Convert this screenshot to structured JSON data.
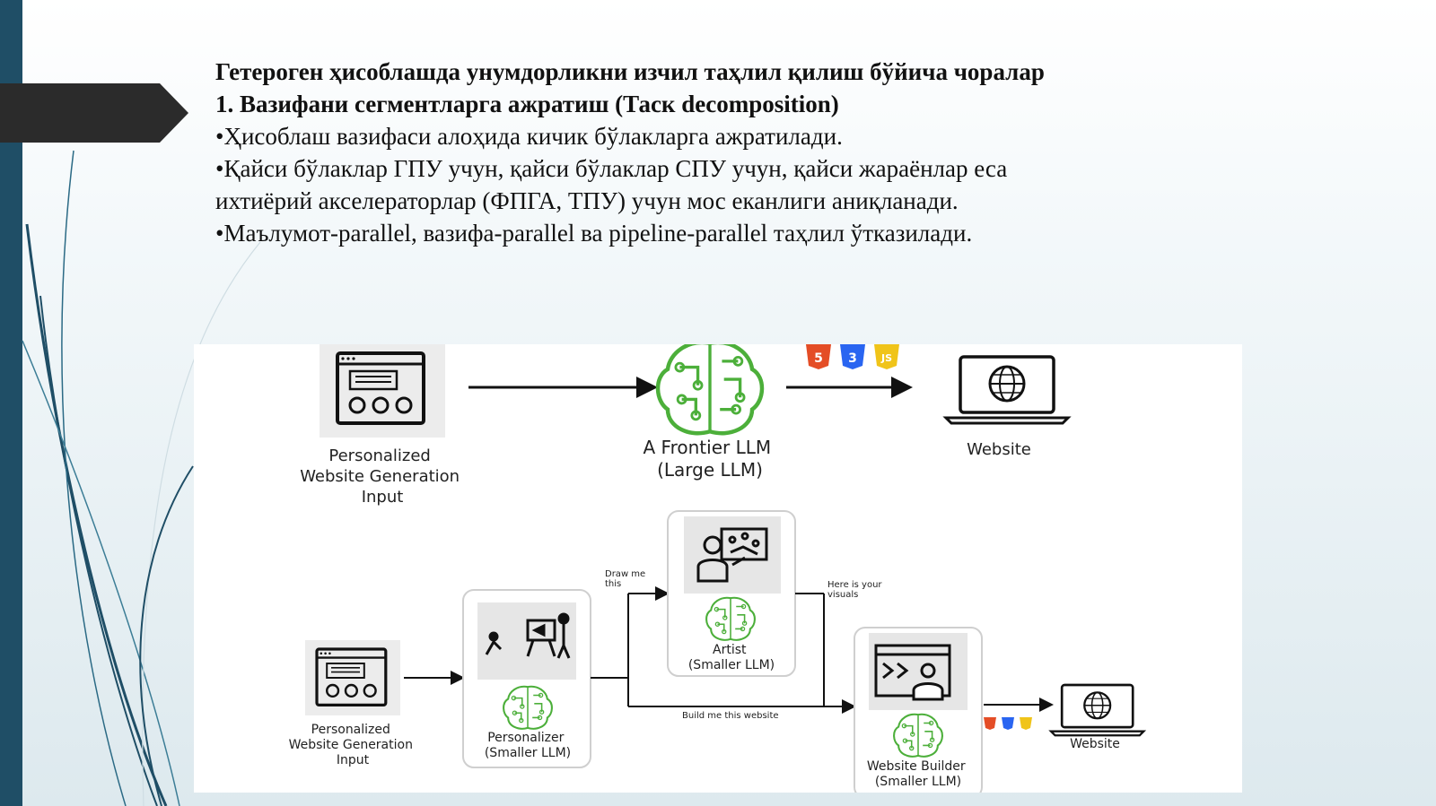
{
  "slide": {
    "title_lines": [
      "Гетероген ҳисоблашда унумдорликни изчил таҳлил қилиш бўйича чоралар",
      "1. Вазифани сегментларга ажратиш (Таск decomposition)"
    ],
    "bullets": [
      "•Ҳисоблаш вазифаси алоҳида кичик бўлакларга ажратилади.",
      "•Қайси бўлаклар ГПУ учун, қайси бўлаклар СПУ учун, қайси жараёнлар еса",
      "ихтиёрий акселераторлар (ФПГА, ТПУ) учун мос еканлиги аниқланади.",
      "•Маълумот-parallel, вазифа-parallel ва pipeline-parallel таҳлил ўтказилади."
    ]
  },
  "diagram": {
    "top": {
      "input_label": [
        "Personalized",
        "Website Generation",
        "Input"
      ],
      "llm_label": [
        "A Frontier LLM",
        "(Large LLM)"
      ],
      "website_label": "Website",
      "badges": [
        "5",
        "3",
        "JS"
      ]
    },
    "bottom": {
      "input_label": [
        "Personalized",
        "Website Generation",
        "Input"
      ],
      "personalizer_label": [
        "Personalizer",
        "(Smaller LLM)"
      ],
      "artist_label": [
        "Artist",
        "(Smaller LLM)"
      ],
      "builder_label": [
        "Website Builder",
        "(Smaller LLM)"
      ],
      "website_label": "Website",
      "draw_me_label": [
        "Draw me",
        "this"
      ],
      "here_label": [
        "Here is your",
        "visuals"
      ],
      "build_label": "Build me this website"
    },
    "colors": {
      "brain_green": "#4caf3a",
      "html_badge": "#e44d26",
      "css_badge": "#2965f1",
      "js_badge": "#f0c419",
      "tile_gray": "#ececec"
    }
  }
}
